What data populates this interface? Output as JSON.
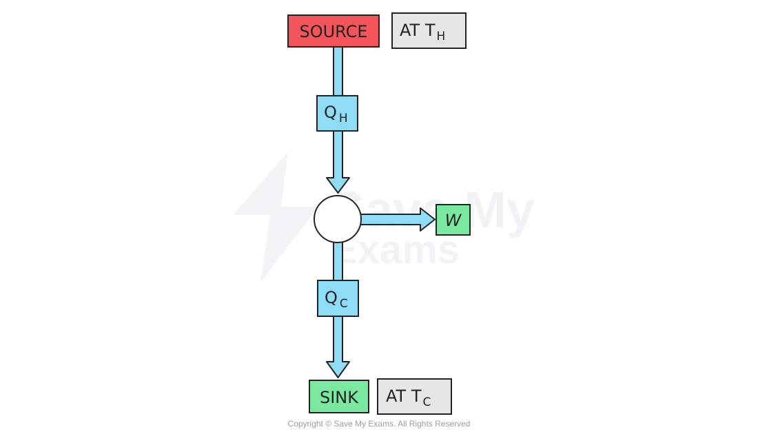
{
  "diagram": {
    "source": {
      "label": "SOURCE",
      "color": "#f4555a"
    },
    "source_temp": {
      "main": "AT T",
      "sub": "H",
      "color": "#e6e6e6"
    },
    "q_hot": {
      "main": "Q",
      "sub": "H",
      "color": "#8fdcf7"
    },
    "engine": {
      "label": ""
    },
    "work": {
      "label": "W",
      "color": "#7be8a0"
    },
    "q_cold": {
      "main": "Q",
      "sub": "C",
      "color": "#8fdcf7"
    },
    "sink": {
      "label": "SINK",
      "color": "#7be8a0"
    },
    "sink_temp": {
      "main": "AT T",
      "sub": "C",
      "color": "#e6e6e6"
    },
    "arrow_color": "#8fdcf7"
  },
  "watermark": {
    "line1": "Save My",
    "line2": "Exams"
  },
  "copyright": "Copyright © Save My Exams. All Rights Reserved"
}
